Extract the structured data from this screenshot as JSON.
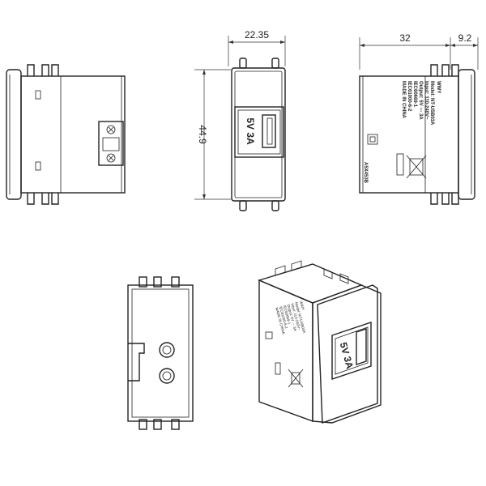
{
  "dimensions": {
    "width": "22.35",
    "height": "44.9",
    "depth": "32",
    "overhang": "9.2"
  },
  "module": {
    "rating_label": "5V 3A"
  },
  "label_text": {
    "brand": "WWY",
    "model": "Model: NT-USB03A",
    "input": "Input: 110-240V~",
    "output": "Output: 5V --- 3A",
    "standard1": "IEC60669-1",
    "standard2": "IEC61000-6-2",
    "origin": "MADE IN CHINA",
    "code": "A5X453B"
  }
}
